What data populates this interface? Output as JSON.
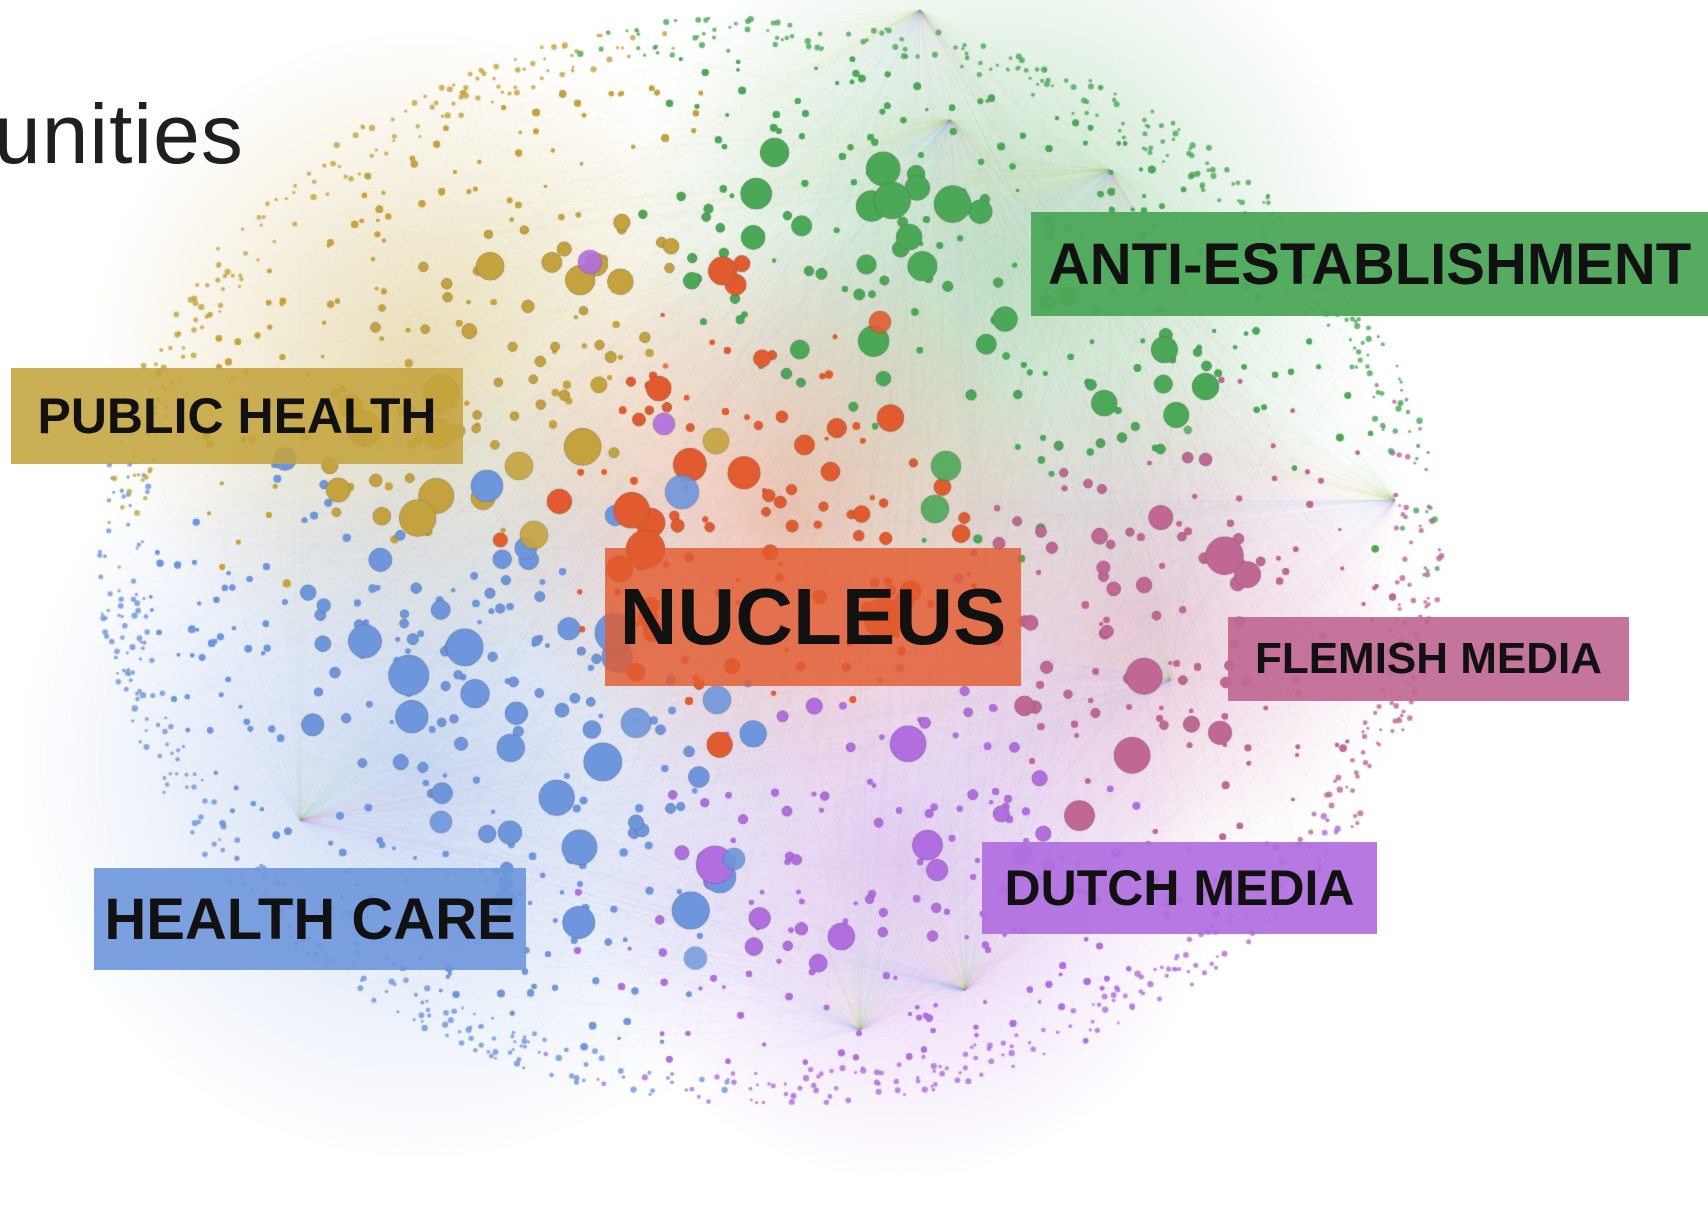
{
  "slide": {
    "title_fragment": "unities"
  },
  "communities": [
    {
      "key": "public_health",
      "label": "PUBLIC HEALTH",
      "color": "#c4a43e"
    },
    {
      "key": "anti_establishment",
      "label": "ANTI-ESTABLISHMENT",
      "color": "#4ca858"
    },
    {
      "key": "nucleus",
      "label": "NUCLEUS",
      "color": "#e25c30"
    },
    {
      "key": "flemish_media",
      "label": "FLEMISH MEDIA",
      "color": "#c06894"
    },
    {
      "key": "dutch_media",
      "label": "DUTCH MEDIA",
      "color": "#b06ede"
    },
    {
      "key": "health_care",
      "label": "HEALTH CARE",
      "color": "#6e96dc"
    }
  ],
  "background_color": "#ffffff"
}
